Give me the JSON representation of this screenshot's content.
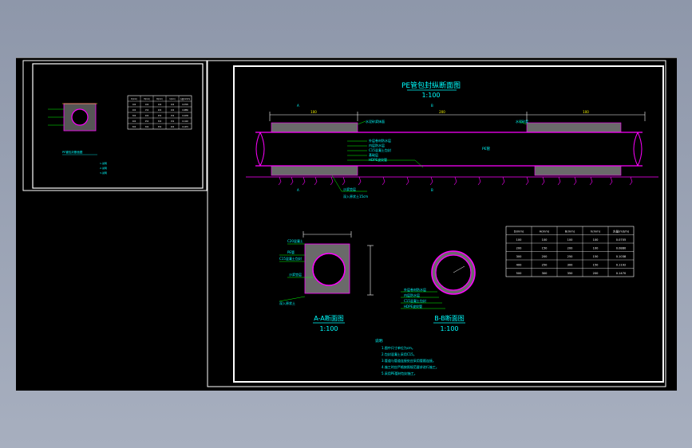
{
  "colors": {
    "background": "#000000",
    "frame": "#ffffff",
    "pipe": "#ff00ff",
    "text": "#00ffff",
    "fill": "#ffffff",
    "accent": "#ff00ff",
    "leader": "#00ff00",
    "dimension": "#ffff00"
  },
  "main": {
    "title": "PE管包封纵断面图",
    "scale": "1:100",
    "dims": [
      "100",
      "200",
      "100"
    ],
    "section_marks": [
      "A",
      "B"
    ],
    "pipe_label": "PE管",
    "labels_top": [
      "水泥砂浆抹面",
      "水泥砂浆"
    ],
    "labels_mid": [
      "外层卷材防水层",
      "内层防水层",
      "C15混凝土包封",
      "基础层",
      "HDPE波纹管"
    ],
    "label_bottom": "沙浆垫层",
    "label_bottom2": "深入原状土15cm"
  },
  "table": {
    "headers": [
      "D(mm)",
      "H(mm)",
      "B(mm)",
      "h(mm)",
      "方量(m3/m)"
    ],
    "rows": [
      [
        "100",
        "100",
        "100",
        "100",
        "0.0705"
      ],
      [
        "200",
        "150",
        "200",
        "100",
        "0.0880"
      ],
      [
        "300",
        "200",
        "250",
        "150",
        "0.1038"
      ],
      [
        "400",
        "250",
        "300",
        "150",
        "0.1192"
      ],
      [
        "500",
        "300",
        "350",
        "200",
        "0.1470"
      ]
    ]
  },
  "section_a": {
    "title": "A-A断面图",
    "scale": "1:100",
    "labels": [
      "C20混凝土",
      "PE管",
      "C15混凝土包封",
      "沙浆垫层",
      "深入原状土"
    ]
  },
  "section_b": {
    "title": "B-B断面图",
    "scale": "1:100",
    "labels": [
      "外层卷材防水层",
      "内层防水层",
      "C15混凝土包封",
      "HDPE波纹管"
    ]
  },
  "notes": {
    "title": "说明:",
    "items": [
      "1.图中尺寸单位为cm。",
      "2.包封混凝土采用C15。",
      "3.管道与管道连接处应采用管箍连接。",
      "4.施工时应严格按照规范要求进行施工。",
      "5.采用PE管材包封施工。"
    ]
  },
  "thumbnail": {
    "title": "PE管包封断面图",
    "notes": [
      "1.说明",
      "2.说明",
      "3.说明"
    ]
  }
}
